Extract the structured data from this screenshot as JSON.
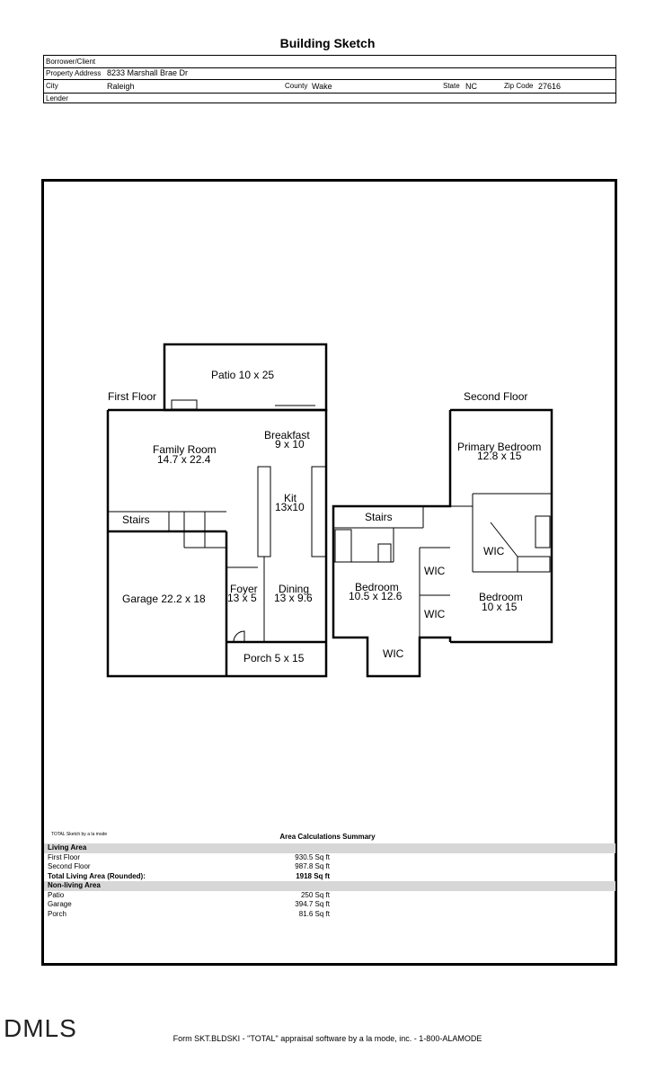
{
  "title": "Building Sketch",
  "header": {
    "borrower_label": "Borrower/Client",
    "address_label": "Property Address",
    "address_value": "8233 Marshall Brae Dr",
    "city_label": "City",
    "city_value": "Raleigh",
    "county_label": "County",
    "county_value": "Wake",
    "state_label": "State",
    "state_value": "NC",
    "zip_label": "Zip Code",
    "zip_value": "27616",
    "lender_label": "Lender"
  },
  "sketch": {
    "first_floor_label": "First Floor",
    "second_floor_label": "Second Floor",
    "rooms": {
      "patio": "Patio 10 x 25",
      "breakfast_name": "Breakfast",
      "breakfast_dim": "9 x 10",
      "family_name": "Family Room",
      "family_dim": "14.7 x 22.4",
      "kit_name": "Kit",
      "kit_dim": "13x10",
      "stairs1": "Stairs",
      "garage": "Garage 22.2 x 18",
      "foyer_name": "Foyer",
      "foyer_dim": "13 x 5",
      "dining_name": "Dining",
      "dining_dim": "13 x 9.6",
      "porch": "Porch 5 x 15",
      "primary_name": "Primary Bedroom",
      "primary_dim": "12.8 x 15",
      "stairs2": "Stairs",
      "wic_primary": "WIC",
      "wic_1": "WIC",
      "wic_2": "WIC",
      "wic_3": "WIC",
      "bed2_name": "Bedroom",
      "bed2_dim": "10.5 x 12.6",
      "bed3_name": "Bedroom",
      "bed3_dim": "10 x 15"
    }
  },
  "summary": {
    "credit": "TOTAL Sketch by a la mode",
    "title": "Area Calculations Summary",
    "living_header": "Living Area",
    "first_floor_label": "First Floor",
    "first_floor_value": "930.5 Sq ft",
    "second_floor_label": "Second Floor",
    "second_floor_value": "987.8 Sq ft",
    "total_label": "Total Living Area (Rounded):",
    "total_value": "1918 Sq ft",
    "nonliving_header": "Non-living Area",
    "patio_label": "Patio",
    "patio_value": "250 Sq ft",
    "garage_label": "Garage",
    "garage_value": "394.7 Sq ft",
    "porch_label": "Porch",
    "porch_value": "81.6 Sq ft"
  },
  "footer": "Form SKT.BLDSKI - \"TOTAL\" appraisal software by a la mode, inc. - 1-800-ALAMODE",
  "watermark": "DMLS"
}
